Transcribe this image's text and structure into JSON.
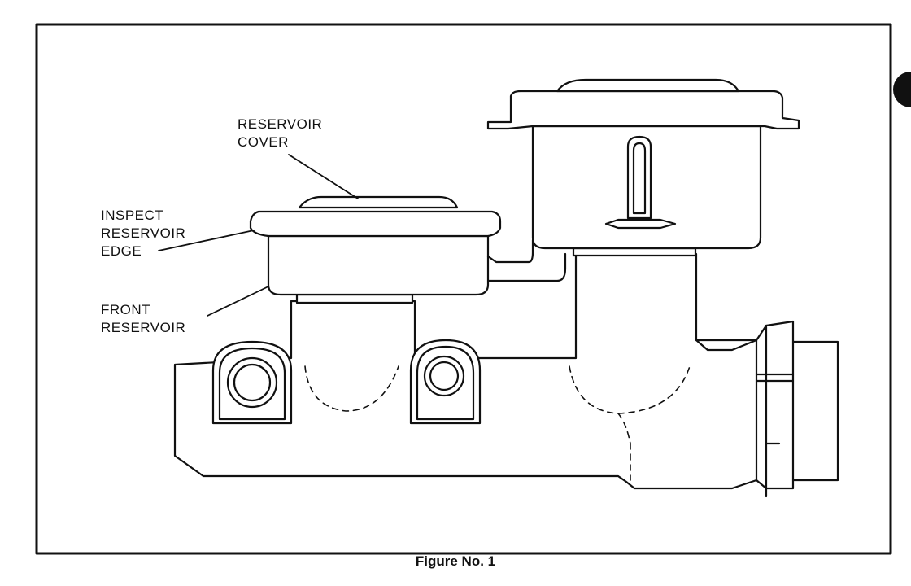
{
  "diagram": {
    "labels": {
      "reservoir_cover_line1": "RESERVOIR",
      "reservoir_cover_line2": "COVER",
      "inspect_line1": "INSPECT",
      "inspect_line2": "RESERVOIR",
      "inspect_line3": "EDGE",
      "front_line1": "FRONT",
      "front_line2": "RESERVOIR"
    },
    "caption": "Figure No. 1"
  }
}
